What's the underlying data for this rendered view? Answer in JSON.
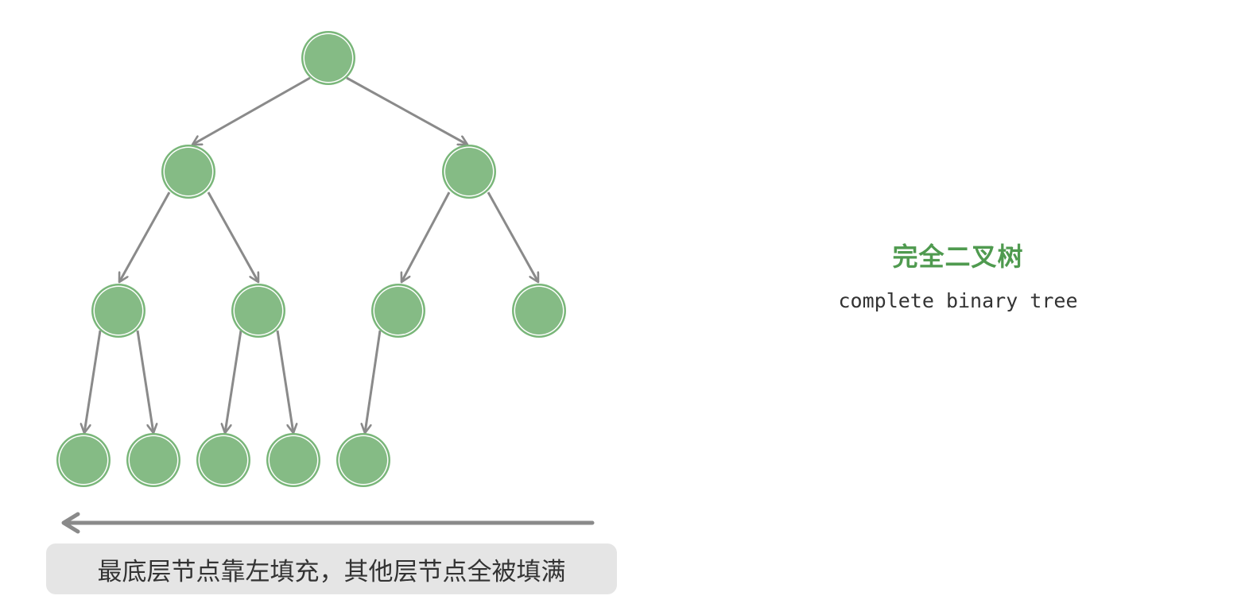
{
  "diagram": {
    "title_zh": "完全二叉树",
    "title_en": "complete binary tree",
    "caption": "最底层节点靠左填充，其他层节点全被填满",
    "node_count": 12,
    "levels": [
      1,
      2,
      4,
      5
    ]
  },
  "colors": {
    "node_fill": "#85bb85",
    "node_ring": "#ffffff",
    "node_outline": "#79b679",
    "edge": "#8a8a8a",
    "title_zh": "#4f9a4f",
    "caption_bg": "#e5e5e5"
  }
}
